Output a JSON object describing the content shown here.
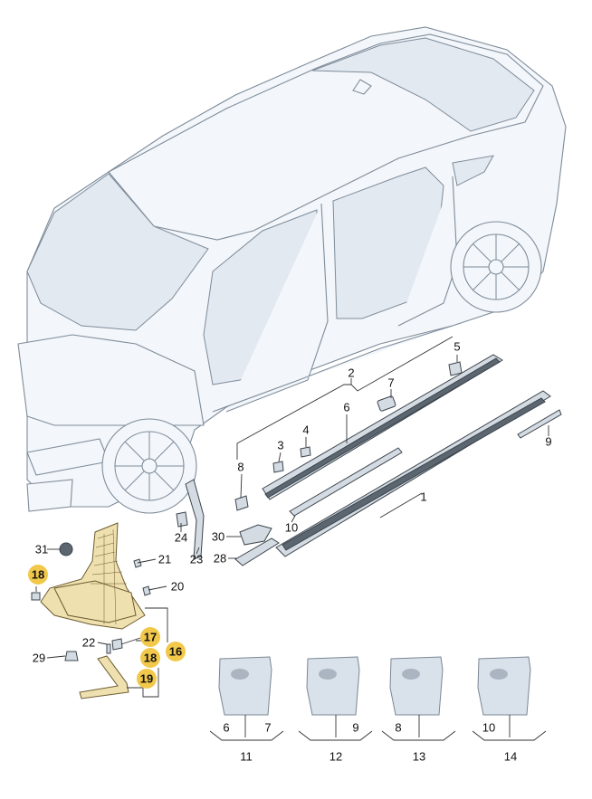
{
  "callouts": [
    {
      "id": "c1",
      "label": "1"
    },
    {
      "id": "c2",
      "label": "2"
    },
    {
      "id": "c3",
      "label": "3"
    },
    {
      "id": "c4",
      "label": "4"
    },
    {
      "id": "c5",
      "label": "5"
    },
    {
      "id": "c6",
      "label": "6"
    },
    {
      "id": "c7",
      "label": "7"
    },
    {
      "id": "c8",
      "label": "8"
    },
    {
      "id": "c9",
      "label": "9"
    },
    {
      "id": "c10",
      "label": "10"
    },
    {
      "id": "c20",
      "label": "20"
    },
    {
      "id": "c21",
      "label": "21"
    },
    {
      "id": "c22",
      "label": "22"
    },
    {
      "id": "c23",
      "label": "23"
    },
    {
      "id": "c24",
      "label": "24"
    },
    {
      "id": "c28",
      "label": "28"
    },
    {
      "id": "c29",
      "label": "29"
    },
    {
      "id": "c30",
      "label": "30"
    },
    {
      "id": "c31",
      "label": "31"
    }
  ],
  "highlighted": [
    {
      "id": "h18a",
      "label": "18"
    },
    {
      "id": "h17",
      "label": "17"
    },
    {
      "id": "h16",
      "label": "16"
    },
    {
      "id": "h18b",
      "label": "18"
    },
    {
      "id": "h19",
      "label": "19"
    }
  ],
  "kits": [
    {
      "id": "k11",
      "kit": "11",
      "items": [
        "6",
        "7"
      ]
    },
    {
      "id": "k12",
      "kit": "12",
      "items": [
        "9"
      ]
    },
    {
      "id": "k13",
      "kit": "13",
      "items": [
        "8"
      ]
    },
    {
      "id": "k14",
      "kit": "14",
      "items": [
        "10"
      ]
    }
  ],
  "colors": {
    "highlight": "#f2c84b",
    "part_yellow": "#efe0b0"
  }
}
